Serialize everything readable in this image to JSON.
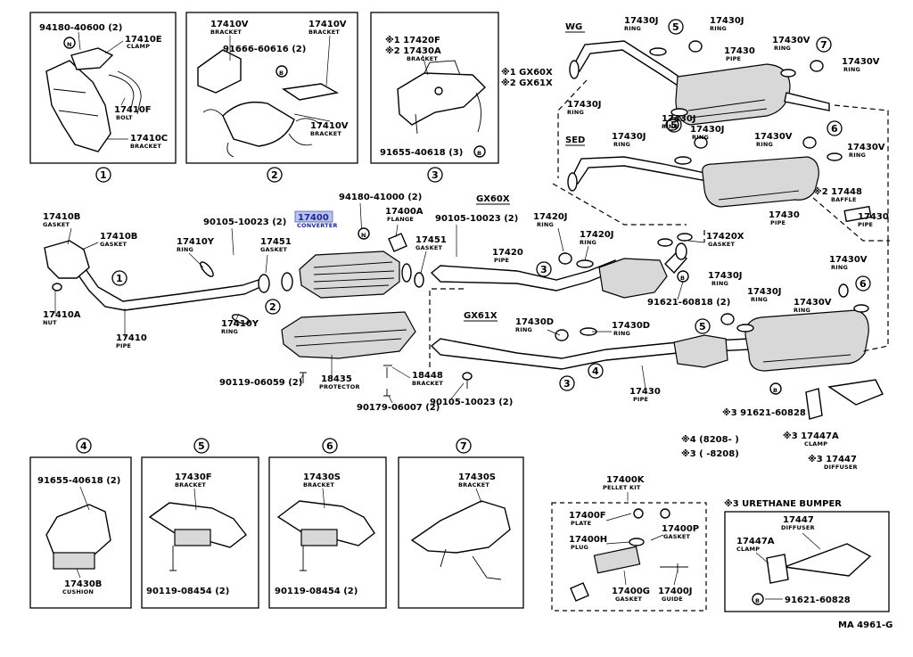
{
  "diagram_id": "MA 4961-G",
  "panel1": {
    "callout": "①",
    "items": [
      {
        "num": "94180-40600 (2)",
        "name": ""
      },
      {
        "num": "17410E",
        "name": "CLAMP"
      },
      {
        "num": "17410F",
        "name": "BOLT"
      },
      {
        "num": "17410C",
        "name": "BRACKET"
      }
    ]
  },
  "panel2": {
    "callout": "②",
    "items": [
      {
        "num": "17410V",
        "name": "BRACKET"
      },
      {
        "num": "17410V",
        "name": "BRACKET"
      },
      {
        "num": "91666-60616 (2)",
        "name": ""
      },
      {
        "num": "17410V",
        "name": "BRACKET"
      }
    ]
  },
  "panel3": {
    "callout": "③",
    "items": [
      {
        "num": "※1 17420F",
        "name": ""
      },
      {
        "num": "※2 17430A",
        "name": "BRACKET"
      },
      {
        "num": "91655-40618 (3)",
        "name": ""
      }
    ],
    "notes": [
      "※1 GX60X",
      "※2 GX61X"
    ]
  },
  "main": {
    "converter": {
      "num": "17400",
      "name": "CONVERTER"
    },
    "sections": [
      "WG",
      "SED",
      "GX60X",
      "GX61X"
    ],
    "labels": [
      {
        "num": "17410B",
        "name": "GASKET"
      },
      {
        "num": "17410B",
        "name": "GASKET"
      },
      {
        "num": "17410A",
        "name": "NUT"
      },
      {
        "num": "17410",
        "name": "PIPE"
      },
      {
        "num": "17410Y",
        "name": "RING"
      },
      {
        "num": "17410Y",
        "name": "RING"
      },
      {
        "num": "90105-10023 (2)",
        "name": ""
      },
      {
        "num": "17451",
        "name": "GASKET"
      },
      {
        "num": "94180-41000 (2)",
        "name": ""
      },
      {
        "num": "17400A",
        "name": "FLANGE"
      },
      {
        "num": "17451",
        "name": "GASKET"
      },
      {
        "num": "90105-10023 (2)",
        "name": ""
      },
      {
        "num": "18435",
        "name": "PROTECTOR"
      },
      {
        "num": "90119-06059 (2)",
        "name": ""
      },
      {
        "num": "18448",
        "name": "BRACKET"
      },
      {
        "num": "90179-06007 (2)",
        "name": ""
      },
      {
        "num": "90105-10023 (2)",
        "name": ""
      },
      {
        "num": "17420J",
        "name": "RING"
      },
      {
        "num": "17420J",
        "name": "RING"
      },
      {
        "num": "17420",
        "name": "PIPE"
      },
      {
        "num": "17420X",
        "name": "GASKET"
      },
      {
        "num": "91621-60818 (2)",
        "name": ""
      },
      {
        "num": "17430D",
        "name": "RING"
      },
      {
        "num": "17430D",
        "name": "RING"
      },
      {
        "num": "17430",
        "name": "PIPE"
      },
      {
        "num": "17430J",
        "name": "RING"
      },
      {
        "num": "17430J",
        "name": "RING"
      },
      {
        "num": "17430",
        "name": "PIPE"
      },
      {
        "num": "17430V",
        "name": "RING"
      },
      {
        "num": "17430V",
        "name": "RING"
      },
      {
        "num": "17430J",
        "name": "RING"
      },
      {
        "num": "17430J",
        "name": "RING"
      },
      {
        "num": "17430V",
        "name": "RING"
      },
      {
        "num": "17430V",
        "name": "RING"
      },
      {
        "num": "※2 17448",
        "name": "BAFFLE"
      },
      {
        "num": "17430",
        "name": "PIPE"
      },
      {
        "num": "17430J",
        "name": "RING"
      },
      {
        "num": "17430J",
        "name": "RING"
      },
      {
        "num": "17430V",
        "name": "RING"
      },
      {
        "num": "17430V",
        "name": "RING"
      },
      {
        "num": "17430",
        "name": "PIPE"
      },
      {
        "num": "17430J",
        "name": "RING"
      },
      {
        "num": "17430J",
        "name": "RING"
      },
      {
        "num": "※3 91621-60828",
        "name": ""
      },
      {
        "num": "※3 17447A",
        "name": "CLAMP"
      },
      {
        "num": "※3 17447",
        "name": "DIFFUSER"
      }
    ],
    "notes": [
      "※4 (8208-    )",
      "※3 (    -8208)"
    ]
  },
  "panel4": {
    "callout": "④",
    "items": [
      {
        "num": "91655-40618 (2)",
        "name": ""
      },
      {
        "num": "17430B",
        "name": "CUSHION"
      }
    ]
  },
  "panel5": {
    "callout": "⑤",
    "items": [
      {
        "num": "17430F",
        "name": "BRACKET"
      },
      {
        "num": "90119-08454 (2)",
        "name": ""
      }
    ]
  },
  "panel6": {
    "callout": "⑥",
    "items": [
      {
        "num": "17430S",
        "name": "BRACKET"
      },
      {
        "num": "90119-08454 (2)",
        "name": ""
      }
    ]
  },
  "panel7": {
    "callout": "⑦",
    "items": [
      {
        "num": "17430S",
        "name": "BRACKET"
      }
    ]
  },
  "pellet_kit": {
    "title_num": "17400K",
    "title_name": "PELLET KIT",
    "items": [
      {
        "num": "17400F",
        "name": "PLATE"
      },
      {
        "num": "17400P",
        "name": "GASKET"
      },
      {
        "num": "17400H",
        "name": "PLUG"
      },
      {
        "num": "17400G",
        "name": "GASKET"
      },
      {
        "num": "17400J",
        "name": "GUIDE"
      }
    ]
  },
  "urethane": {
    "title": "※3 URETHANE BUMPER",
    "items": [
      {
        "num": "17447",
        "name": "DIFFUSER"
      },
      {
        "num": "17447A",
        "name": "CLAMP"
      },
      {
        "num": "91621-60828",
        "name": ""
      }
    ]
  },
  "colors": {
    "highlight": "#b9c2ec",
    "converter_text": "#1c2a8e"
  }
}
